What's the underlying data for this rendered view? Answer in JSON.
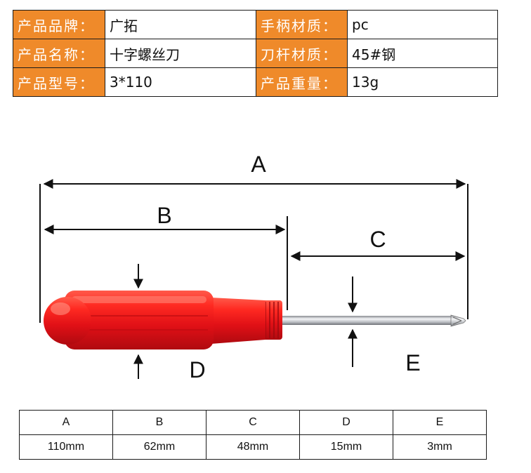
{
  "specs": [
    {
      "label1": "产品品牌：",
      "value1": "广拓",
      "label2": "手柄材质：",
      "value2": "pc"
    },
    {
      "label1": "产品名称：",
      "value1": "十字螺丝刀",
      "label2": "刀杆材质：",
      "value2": "45#钢"
    },
    {
      "label1": "产品型号：",
      "value1": "3*110",
      "label2": "产品重量：",
      "value2": "13g"
    }
  ],
  "diagram": {
    "labels": {
      "a": "A",
      "b": "B",
      "c": "C",
      "d": "D",
      "e": "E"
    }
  },
  "dimensions": {
    "headers": [
      "A",
      "B",
      "C",
      "D",
      "E"
    ],
    "values": [
      "110mm",
      "62mm",
      "48mm",
      "15mm",
      "3mm"
    ]
  },
  "colors": {
    "label_bg": "#ef8a2a",
    "handle": "#e0141a",
    "shaft": "#c9ccd0"
  }
}
